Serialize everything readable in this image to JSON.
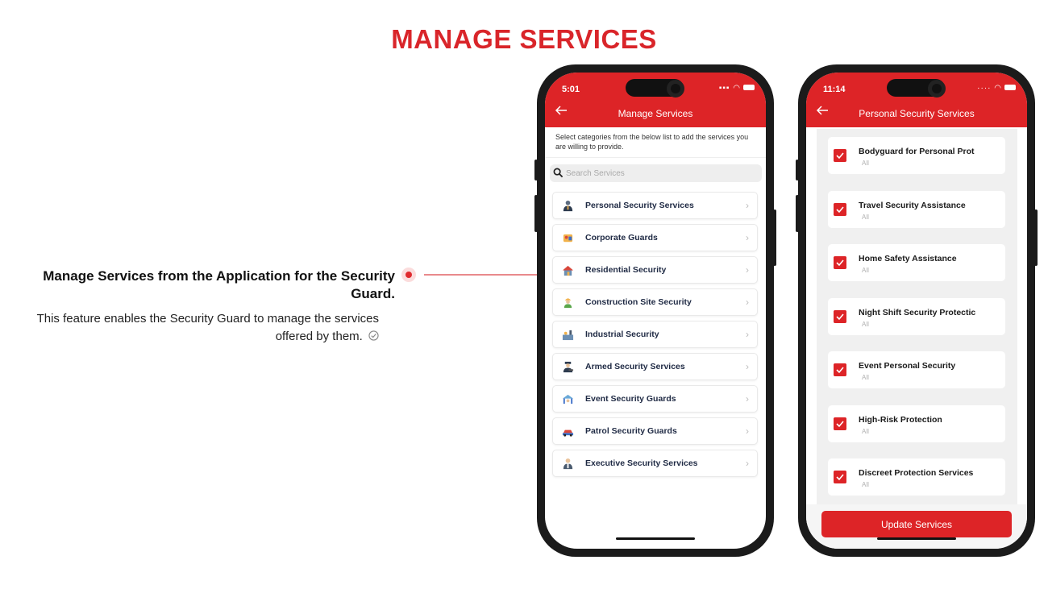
{
  "page": {
    "title": "MANAGE SERVICES"
  },
  "feature": {
    "title": "Manage Services from the Application for the Security Guard.",
    "description": "This feature enables the Security Guard to manage the services offered by them."
  },
  "phone1": {
    "status_time": "5:01",
    "header_title": "Manage Services",
    "intro": "Select categories from the below list to add the services you are willing to provide.",
    "search_placeholder": "Search Services",
    "categories": [
      {
        "label": "Personal Security Services",
        "icon": "bodyguard-icon"
      },
      {
        "label": "Corporate Guards",
        "icon": "corporate-guard-icon"
      },
      {
        "label": "Residential Security",
        "icon": "house-icon"
      },
      {
        "label": "Construction Site Security",
        "icon": "construction-worker-icon"
      },
      {
        "label": "Industrial Security",
        "icon": "factory-icon"
      },
      {
        "label": "Armed Security Services",
        "icon": "armed-guard-icon"
      },
      {
        "label": "Event Security Guards",
        "icon": "event-tent-icon"
      },
      {
        "label": "Patrol Security Guards",
        "icon": "patrol-car-icon"
      },
      {
        "label": "Executive Security Services",
        "icon": "executive-icon"
      }
    ]
  },
  "phone2": {
    "status_time": "11:14",
    "header_title": "Personal Security Services",
    "services": [
      {
        "name": "Bodyguard for Personal Prot",
        "sub": "All",
        "checked": true
      },
      {
        "name": "Travel Security Assistance",
        "sub": "All",
        "checked": true
      },
      {
        "name": "Home Safety Assistance",
        "sub": "All",
        "checked": true
      },
      {
        "name": "Night Shift Security Protectic",
        "sub": "All",
        "checked": true
      },
      {
        "name": "Event Personal Security",
        "sub": "All",
        "checked": true
      },
      {
        "name": "High-Risk Protection",
        "sub": "All",
        "checked": true
      },
      {
        "name": "Discreet Protection Services",
        "sub": "All",
        "checked": true
      }
    ],
    "update_label": "Update Services"
  },
  "colors": {
    "accent": "#dd2427",
    "title_red": "#d9252a"
  }
}
